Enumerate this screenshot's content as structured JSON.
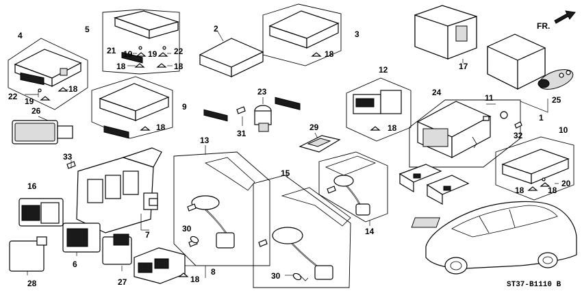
{
  "callouts": {
    "c1": "1",
    "c2": "2",
    "c3": "3",
    "c4": "4",
    "c5": "5",
    "c6": "6",
    "c7": "7",
    "c8": "8",
    "c9": "9",
    "c10": "10",
    "c11": "11",
    "c12": "12",
    "c13": "13",
    "c14": "14",
    "c15": "15",
    "c16": "16",
    "c17": "17",
    "c18": "18",
    "c19": "19",
    "c20": "20",
    "c21": "21",
    "c22": "22",
    "c23": "23",
    "c24": "24",
    "c25": "25",
    "c26": "26",
    "c27": "27",
    "c28": "28",
    "c29": "29",
    "c30": "30",
    "c31": "31",
    "c32": "32",
    "c33": "33"
  },
  "direction_label": "FR.",
  "diagram_code": "ST37-B1110 B"
}
